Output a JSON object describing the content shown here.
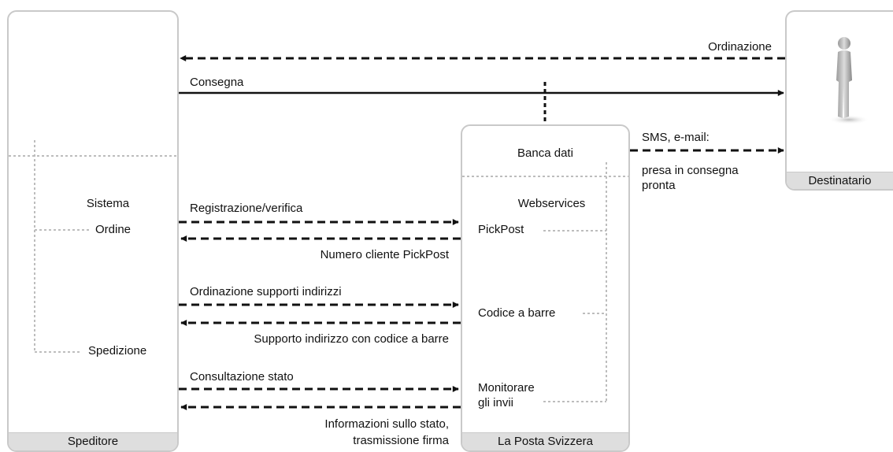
{
  "boxes": {
    "sender": {
      "label": "Speditore"
    },
    "post": {
      "label": "La Posta Svizzera"
    },
    "recipient": {
      "label": "Destinatario"
    }
  },
  "sender_labels": {
    "sistema": "Sistema",
    "ordine": "Ordine",
    "spedizione": "Spedizione"
  },
  "post_labels": {
    "banca_dati": "Banca dati",
    "webservices": "Webservices",
    "pickpost": "PickPost",
    "codice": "Codice a barre",
    "monitorare_1": "Monitorare",
    "monitorare_2": "gli invii"
  },
  "arrows": {
    "ordinazione": "Ordinazione",
    "consegna": "Consegna",
    "sms": "SMS, e-mail:",
    "sms_line2": "presa in consegna",
    "sms_line3": "pronta",
    "registrazione": "Registrazione/verifica",
    "numero_cliente": "Numero cliente PickPost",
    "ordinazione_supporti": "Ordinazione supporti indirizzi",
    "supporto_indirizzo": "Supporto indirizzo con codice a barre",
    "consultazione": "Consultazione stato",
    "informazioni_1": "Informazioni sullo stato,",
    "informazioni_2": "trasmissione firma"
  },
  "colors": {
    "box_border": "#c9c9c9",
    "box_footer": "#dedede",
    "dotted_line": "#bdbdbd",
    "arrow": "#111111"
  }
}
